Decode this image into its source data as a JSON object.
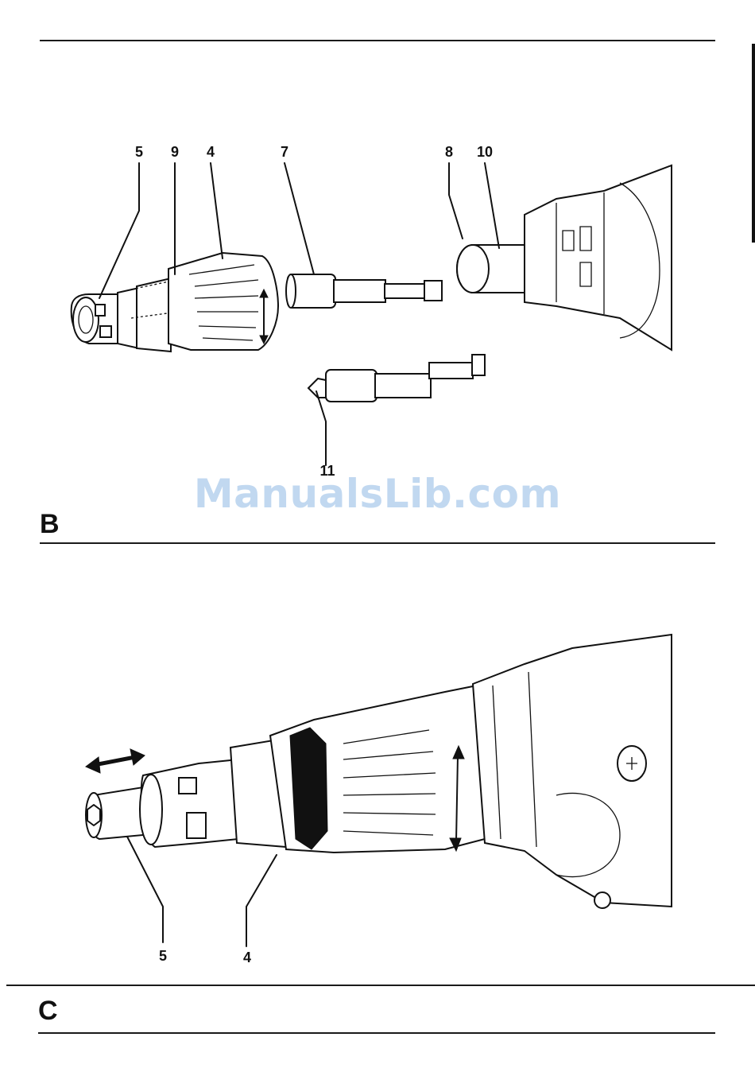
{
  "figure_b": {
    "section_letter": "B",
    "callouts": {
      "c5": "5",
      "c9": "9",
      "c4": "4",
      "c7": "7",
      "c8": "8",
      "c10": "10",
      "c11": "11"
    }
  },
  "figure_c": {
    "section_letter": "C",
    "callouts": {
      "c5": "5",
      "c4": "4"
    }
  },
  "watermark": "ManualsLib.com",
  "icons": [
    "double-arrow-icon",
    "torque-scale-icon"
  ]
}
